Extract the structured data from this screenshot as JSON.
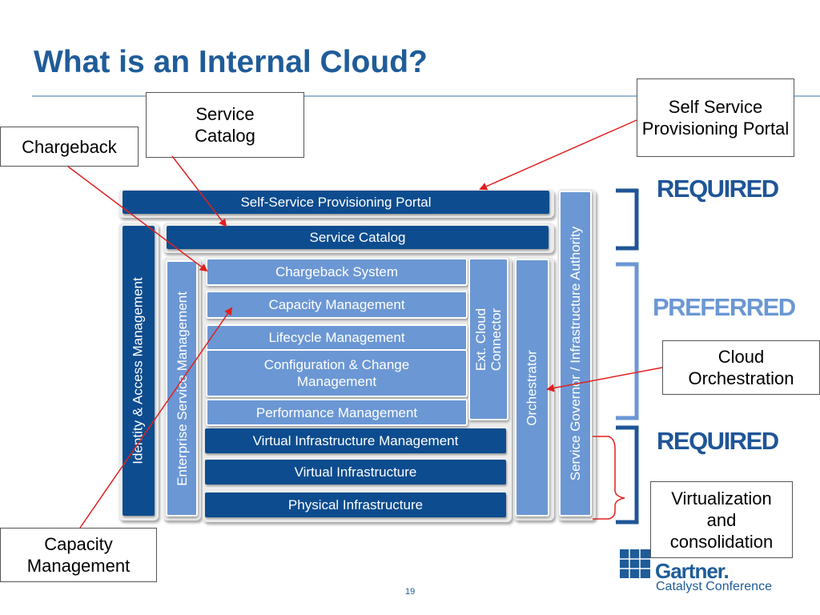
{
  "slide": {
    "title": "What is an Internal Cloud?",
    "page_number": "19"
  },
  "callouts": {
    "service_catalog": "Service Catalog",
    "chargeback": "Chargeback",
    "self_service": "Self Service Provisioning Portal",
    "cloud_orchestration": "Cloud Orchestration",
    "capacity_management": "Capacity Management",
    "virtualization": "Virtualization and consolidation"
  },
  "stack": {
    "self_service_portal": "Self-Service Provisioning Portal",
    "service_catalog": "Service Catalog",
    "chargeback_system": "Chargeback System",
    "capacity_management": "Capacity Management",
    "lifecycle_management": "Lifecycle Management",
    "configuration_change": "Configuration & Change Management",
    "performance_management": "Performance Management",
    "virtual_infra_mgmt": "Virtual Infrastructure Management",
    "virtual_infra": "Virtual Infrastructure",
    "physical_infra": "Physical Infrastructure",
    "identity_access": "Identity & Access Management",
    "enterprise_service": "Enterprise Service Management",
    "ext_cloud": "Ext. Cloud Connector",
    "orchestrator": "Orchestrator",
    "service_governor": "Service Governor / Infrastructure Authority"
  },
  "levels": {
    "required_top": "REQUIRED",
    "preferred": "PREFERRED",
    "required_bottom": "REQUIRED"
  },
  "logo": {
    "name": "Gartner.",
    "subtitle": "Catalyst Conference"
  },
  "colors": {
    "title": "#1f5c99",
    "dark_block": "#0d4c8f",
    "mid_block": "#6b97d4",
    "arrow": "#e02020",
    "required": "#1f5597",
    "preferred": "#6b97d4"
  }
}
